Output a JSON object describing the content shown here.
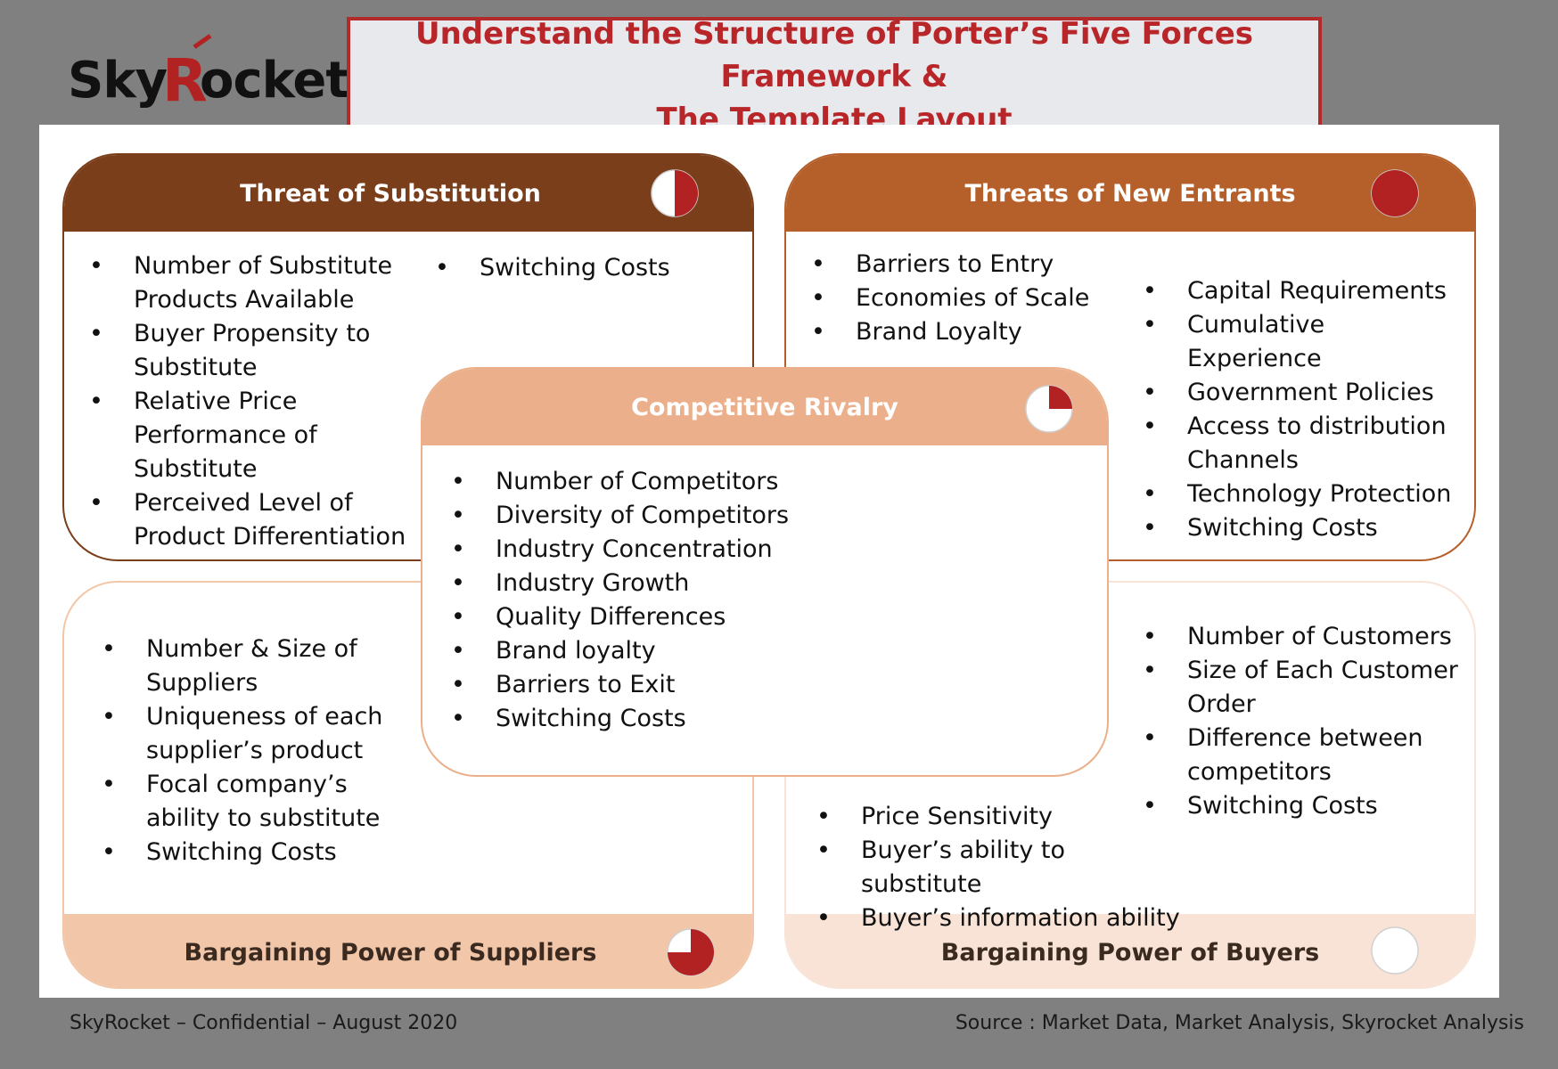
{
  "logo": {
    "part1": "Sky",
    "part2": "R",
    "part3": "ocket"
  },
  "title": {
    "line1": "Understand the Structure of Porter’s Five Forces Framework &",
    "line2": "The Template Layout"
  },
  "colors": {
    "substitution": "#7a3e1a",
    "new_entrants": "#b5602b",
    "rivalry": "#ebb08b",
    "suppliers": "#f2c6a8",
    "buyers": "#f8e3d6",
    "accent_red": "#b22222"
  },
  "forces": {
    "substitution": {
      "title": "Threat of Substitution",
      "pie_fraction": 0.5,
      "col1": [
        "Number of Substitute Products Available",
        "Buyer Propensity to Substitute",
        "Relative Price Performance of Substitute",
        "Perceived Level of Product Differentiation"
      ],
      "col2": [
        "Switching Costs"
      ]
    },
    "new_entrants": {
      "title": "Threats of New Entrants",
      "pie_fraction": 1.0,
      "col1": [
        "Barriers to Entry",
        "Economies of Scale",
        "Brand Loyalty"
      ],
      "col2": [
        "Capital Requirements",
        "Cumulative Experience",
        "Government Policies",
        "Access to distribution Channels",
        "Technology Protection",
        "Switching Costs"
      ]
    },
    "rivalry": {
      "title": "Competitive Rivalry",
      "pie_fraction": 0.25,
      "items": [
        "Number of Competitors",
        "Diversity of Competitors",
        "Industry Concentration",
        "Industry Growth",
        "Quality Differences",
        "Brand loyalty",
        "Barriers to Exit",
        "Switching Costs"
      ]
    },
    "suppliers": {
      "title": "Bargaining Power of Suppliers",
      "pie_fraction": 0.75,
      "items": [
        "Number & Size of Suppliers",
        "Uniqueness of each supplier’s product",
        "Focal company’s ability to substitute",
        "Switching Costs"
      ]
    },
    "buyers": {
      "title": "Bargaining Power of Buyers",
      "pie_fraction": 0.0,
      "col1": [
        "Number of Customers",
        "Size of Each Customer Order",
        "Difference between competitors",
        "Switching Costs"
      ],
      "col2": [
        "Price Sensitivity",
        "Buyer’s ability to substitute",
        "Buyer’s information ability"
      ]
    }
  },
  "footer": {
    "left": "SkyRocket – Confidential – August 2020",
    "right": "Source : Market Data, Market Analysis, Skyrocket Analysis"
  }
}
